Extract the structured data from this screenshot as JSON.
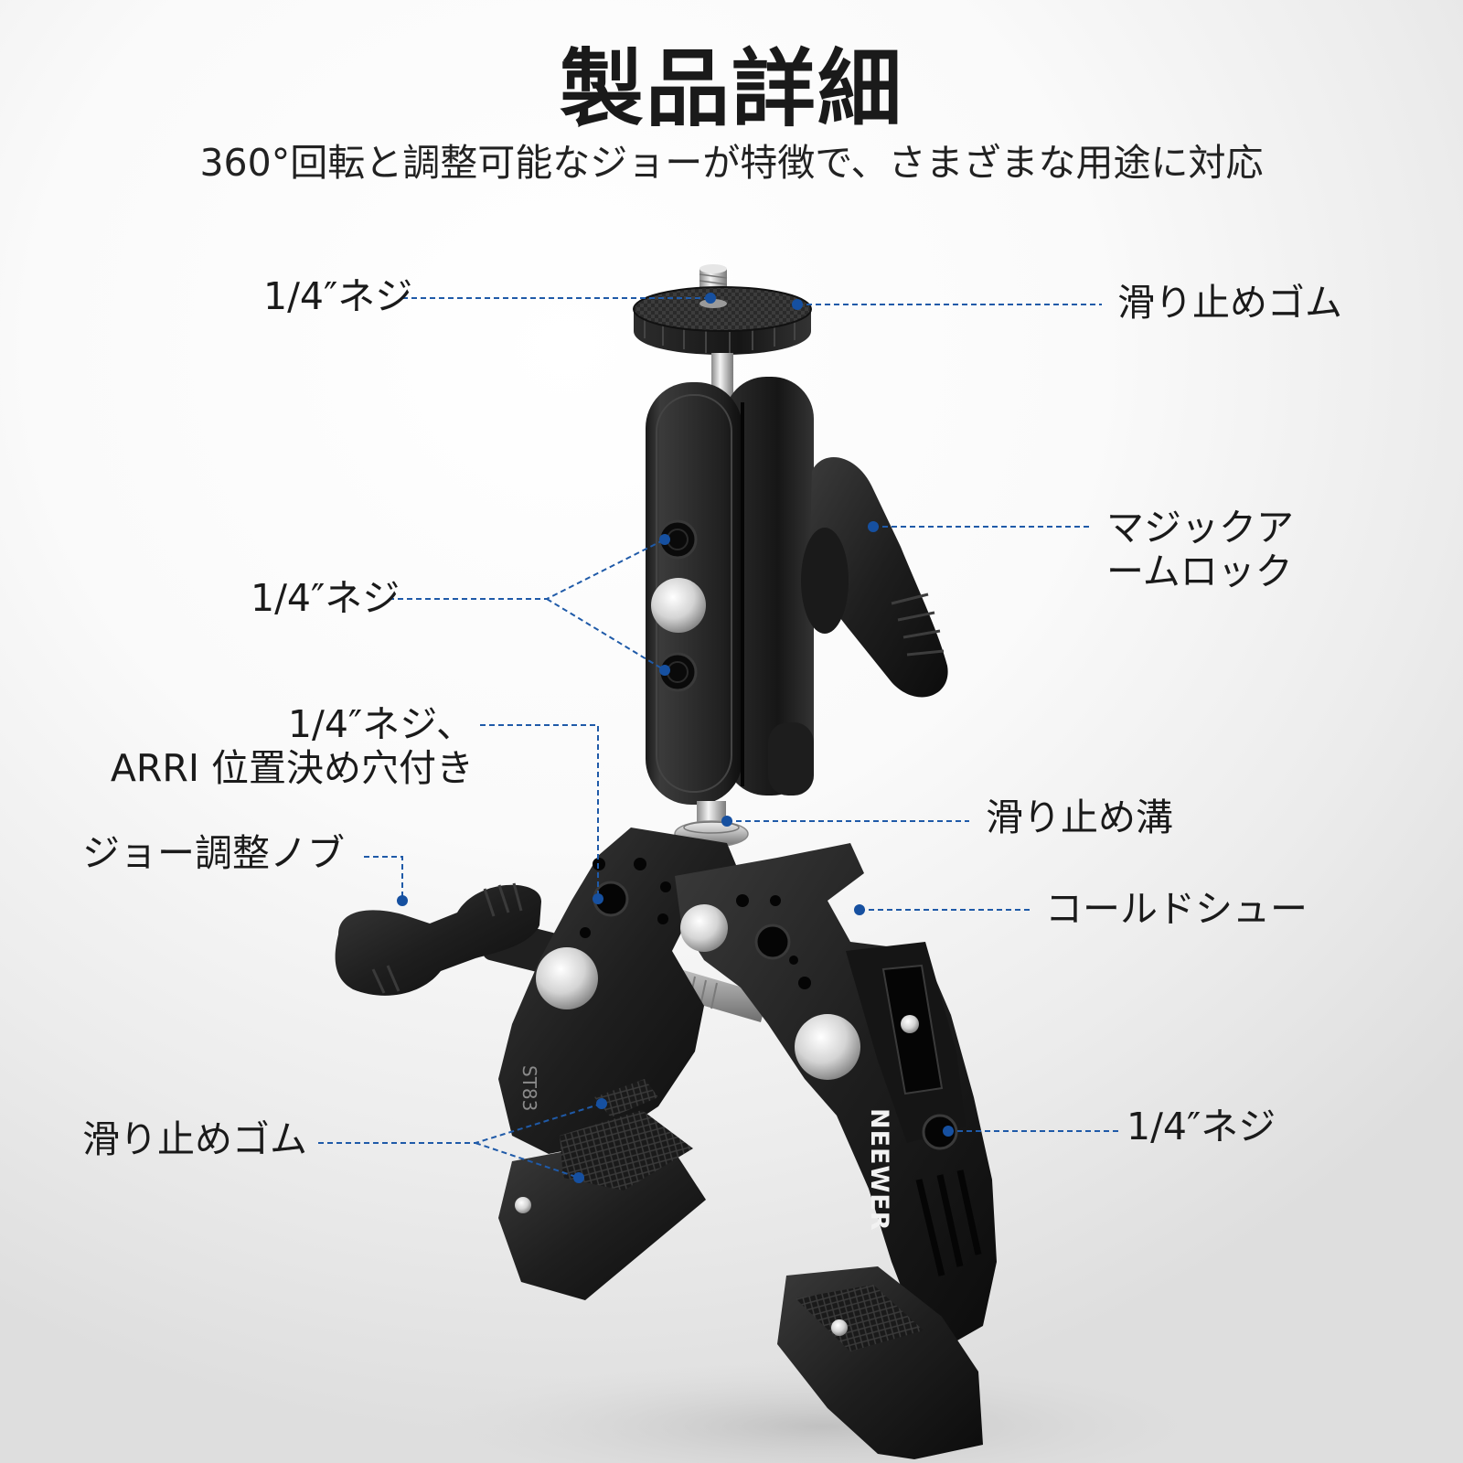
{
  "title": "製品詳細",
  "subtitle": "360°回転と調整可能なジョーが特徴で、さまざまな用途に対応",
  "callouts": {
    "top_screw": "1/4″ネジ",
    "top_rubber": "滑り止めゴム",
    "arm_lock_line1": "マジックア",
    "arm_lock_line2": "ームロック",
    "arm_screw": "1/4″ネジ",
    "arri_line1": "1/4″ネジ、",
    "arri_line2": "ARRI 位置決め穴付き",
    "groove": "滑り止め溝",
    "jaw_knob": "ジョー調整ノブ",
    "cold_shoe": "コールドシュー",
    "jaw_rubber": "滑り止めゴム",
    "side_screw": "1/4″ネジ"
  },
  "product_marks": {
    "brand": "NEEWER",
    "model": "ST83"
  },
  "colors": {
    "leader_line": "#1f5aa8",
    "dot": "#1650a0",
    "text": "#1a1a1a",
    "product_body": "#1c1c1c",
    "metal": "#c8c8c8"
  }
}
